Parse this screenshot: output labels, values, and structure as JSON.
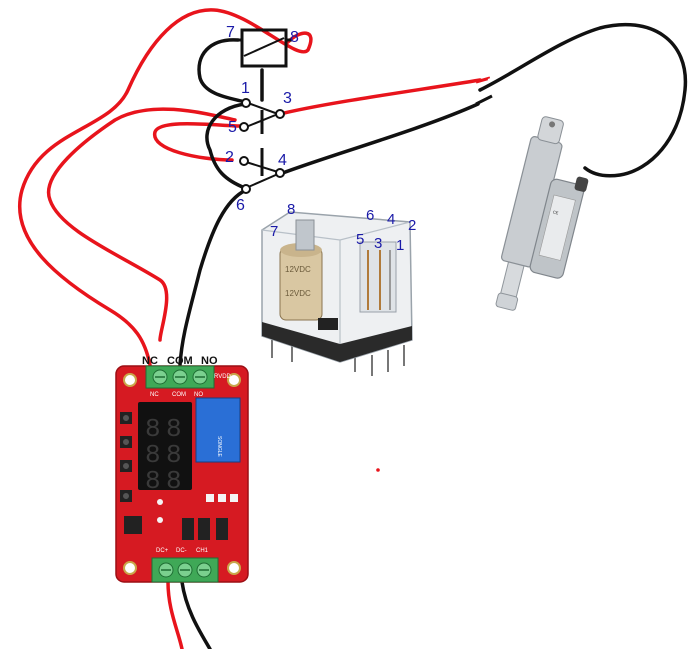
{
  "schematic": {
    "coil_pins": [
      "7",
      "8"
    ],
    "contact_pins": [
      "1",
      "3",
      "5",
      "2",
      "4",
      "6"
    ]
  },
  "relay_photo": {
    "pins": [
      "7",
      "8",
      "6",
      "4",
      "2",
      "5",
      "3",
      "1"
    ],
    "body_text_1": "12VDC",
    "body_text_2": "12VDC"
  },
  "module": {
    "top_terminals": {
      "nc": "NC",
      "com": "COM",
      "no": "NO"
    },
    "pcb_text": [
      "NC",
      "COM",
      "NO",
      "RVDD"
    ],
    "display_digits": [
      "8",
      "8",
      "8",
      "8",
      "8",
      "8"
    ],
    "relay_brand": "SONGLE",
    "bottom_terminals": [
      "DC+",
      "DC-",
      "CH1"
    ]
  },
  "colors": {
    "red_wire": "#e8141c",
    "black_wire": "#111111",
    "pin_label": "#1a1aa8",
    "pcb": "#d61a22",
    "terminal": "#3fa857",
    "relay_blue": "#2a6fd6"
  }
}
